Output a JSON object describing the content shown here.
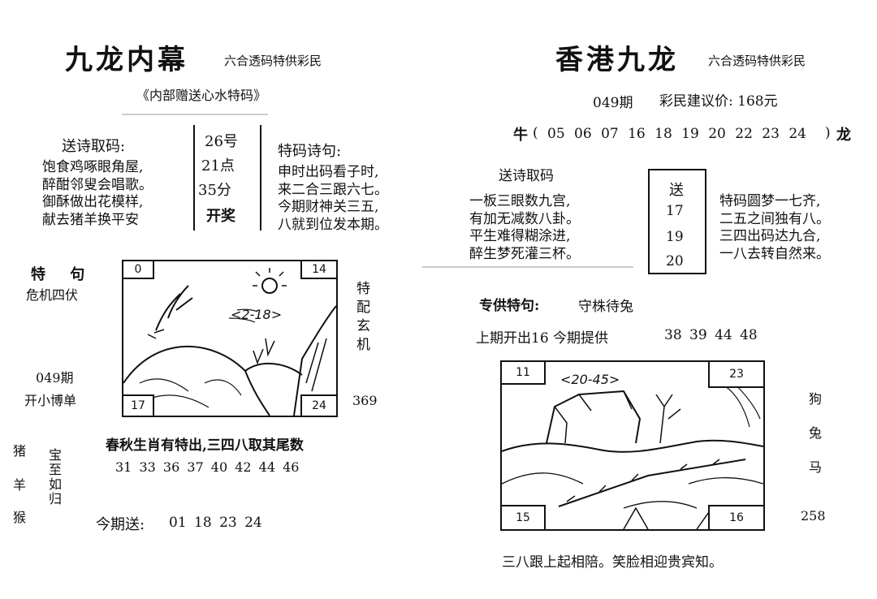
{
  "left": {
    "title": "九龙内幕",
    "subtitle": "六合透码特供彩民",
    "banner": "《内部赠送心水特码》",
    "poem1_heading": "送诗取码:",
    "poem1_lines": [
      "饱食鸡啄眼角屋,",
      "醉酣邻叟会唱歌。",
      "御酥做出花模样,",
      "献去猪羊换平安"
    ],
    "draw_box": [
      "26号",
      "21点",
      "35分",
      "开奖"
    ],
    "poem2_heading": "特码诗句:",
    "poem2_lines": [
      "申时出码看子时,",
      "来二合三跟六七。",
      "今期财神关三五,",
      "八就到位发本期。"
    ],
    "special_heading": "特 句",
    "special_phrase": "危机四伏",
    "period": "049期",
    "period_note": "开小博单",
    "side_vertical": "特配玄机",
    "side_number": "369",
    "picture": {
      "corner_tl": "0",
      "corner_tr": "14",
      "corner_bl": "17",
      "corner_br": "24",
      "handwritten": "<2-18>"
    },
    "zodiac_col": [
      "猪",
      "羊",
      "猴"
    ],
    "phrase_col": "宝至如归",
    "tail_hint": "春秋生肖有特出,三四八取其尾数",
    "tail_numbers": "31 33 36 37 40 42 44 46",
    "send_label": "今期送:",
    "send_numbers": "01 18 23 24"
  },
  "right": {
    "title": "香港九龙",
    "subtitle": "六合透码特供彩民",
    "period": "049期",
    "price": "彩民建议价: 168元",
    "zodiac_left": "牛",
    "zodiac_open": "(",
    "zodiac_numbers": "05 06 07 16 18 19 20 22 23 24",
    "zodiac_close": ")",
    "zodiac_right": "龙",
    "poem1_heading": "送诗取码",
    "poem1_lines": [
      "一板三眼数九宫,",
      "有加无减数八卦。",
      "平生难得糊涂进,",
      "醉生梦死灌三杯。"
    ],
    "send_box": [
      "送",
      "17",
      "19",
      "20"
    ],
    "poem2_lines": [
      "特码圆梦一七齐,",
      "二五之间独有八。",
      "三四出码达九合,",
      "一八去转自然来。"
    ],
    "special_label": "专供特句:",
    "special_phrase": "守株待兔",
    "last_period": "上期开出16 今期提供",
    "last_numbers": "38 39 44 48",
    "picture": {
      "corner_tl": "11",
      "corner_tr": "23",
      "corner_bl": "15",
      "corner_br": "16",
      "handwritten": "<20-45>"
    },
    "zodiac_col": [
      "狗",
      "兔",
      "马"
    ],
    "side_number": "258",
    "bottom_line": "三八跟上起相陪。笑脸相迎贵宾知。"
  }
}
